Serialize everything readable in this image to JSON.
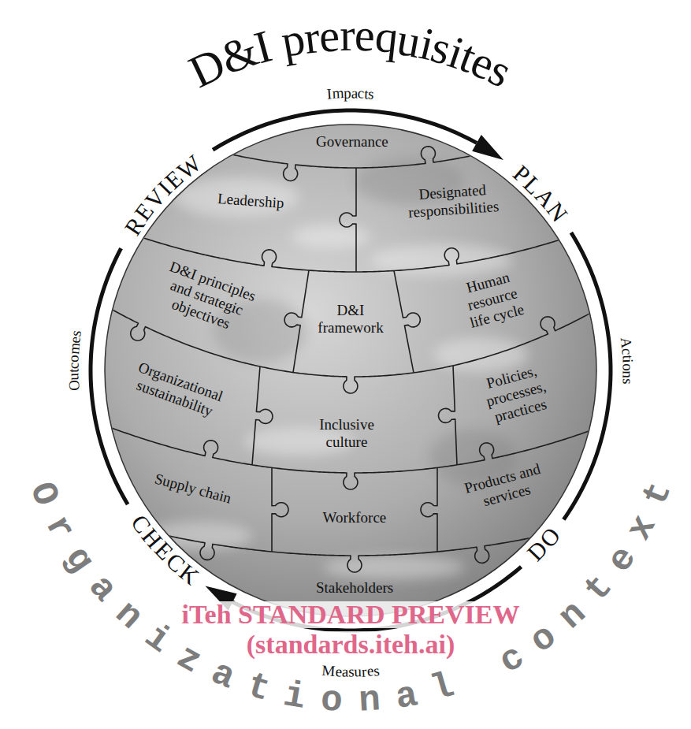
{
  "diagram": {
    "nodes": [
      {
        "text": [
          "Governance"
        ]
      },
      {
        "text": [
          "Leadership"
        ]
      },
      {
        "text": [
          "Designated responsibilities"
        ]
      },
      {
        "text": [
          "D&I principles and strategic objectives"
        ]
      },
      {
        "text": [
          "D&I framework"
        ]
      },
      {
        "text": [
          "Human resource life cycle"
        ]
      },
      {
        "text": [
          "Organizational sustainability"
        ]
      },
      {
        "text": [
          "Inclusive culture"
        ]
      },
      {
        "text": [
          "Policies, processes, practices"
        ]
      },
      {
        "text": [
          "Supply chain"
        ]
      },
      {
        "text": [
          "Workforce"
        ]
      },
      {
        "text": [
          "Products and services"
        ]
      },
      {
        "text": [
          "Stakeholders"
        ]
      }
    ],
    "labels": [
      "D&I prerequisites",
      "Impacts",
      "PLAN",
      "Actions",
      "DO",
      "Measures",
      "CHECK",
      "Outcomes",
      "REVIEW",
      "Organizational context",
      "iTeh STANDARD PREVIEW",
      "(standards.iteh.ai)"
    ]
  }
}
